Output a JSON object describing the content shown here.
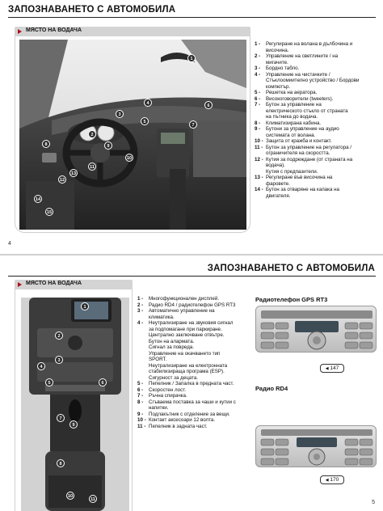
{
  "top": {
    "title": "ЗАПОЗНАВАНЕТО С АВТОМОБИЛА",
    "section": "МЯСТО НА ВОДАЧА",
    "page_number": "4",
    "badges": [
      "1",
      "2",
      "3",
      "4",
      "5",
      "6",
      "7",
      "8",
      "9",
      "10",
      "11",
      "12",
      "13",
      "14",
      "15"
    ],
    "legend": [
      {
        "num": "1 -",
        "lines": [
          "Регулиране на волана в дълбочина и",
          "височина."
        ]
      },
      {
        "num": "2 -",
        "lines": [
          "Управление на светлините / на",
          "мигачите."
        ]
      },
      {
        "num": "3 -",
        "lines": [
          "Бордно табло."
        ]
      },
      {
        "num": "4 -",
        "lines": [
          "Управление на чистачките /",
          "Стъклоомиително устройство / Бордови",
          "компютър."
        ]
      },
      {
        "num": "5 -",
        "lines": [
          "Решетка на аератора."
        ]
      },
      {
        "num": "6 -",
        "lines": [
          "Високоговорители (tweeters)."
        ]
      },
      {
        "num": "7 -",
        "lines": [
          "Бутон за управление на",
          "електрическото стъкло от страната",
          "на пътника до водача."
        ]
      },
      {
        "num": "8 -",
        "lines": [
          "Климатизирана кабина."
        ]
      },
      {
        "num": "9 -",
        "lines": [
          "Бутони за управление на аудио",
          "системата от волана."
        ]
      },
      {
        "num": "10 -",
        "lines": [
          "Защита от кражба и контакт."
        ]
      },
      {
        "num": "11 -",
        "lines": [
          "Бутон за управление на регулатора /",
          "ограничителя на скоростта."
        ]
      },
      {
        "num": "12 -",
        "lines": [
          "Кутия за подреждане (от страната на",
          "водача)."
        ]
      },
      {
        "num": "",
        "lines": [
          "Кутия с предпазители."
        ]
      },
      {
        "num": "13 -",
        "lines": [
          "Регулиране във височина на",
          "фаровете."
        ]
      },
      {
        "num": "14 -",
        "lines": [
          "Бутон за отваряне на капака на",
          "двигателя."
        ]
      }
    ]
  },
  "bottom": {
    "title": "ЗАПОЗНАВАНЕТО С АВТОМОБИЛА",
    "section": "МЯСТО НА ВОДАЧА",
    "page_number": "5",
    "badges": [
      "1",
      "2",
      "3",
      "4",
      "5",
      "6",
      "7",
      "8",
      "9",
      "10",
      "11"
    ],
    "legend": [
      {
        "num": "1 -",
        "lines": [
          "Многофункционален дисплей."
        ]
      },
      {
        "num": "2 -",
        "lines": [
          "Радио RD4 / радиотелефон GPS RT3"
        ]
      },
      {
        "num": "3 -",
        "lines": [
          "Автоматично управление на",
          "климатика."
        ]
      },
      {
        "num": "4 -",
        "lines": [
          "Неутрализиране на звуковия сигнал",
          "за подпомагане при паркиране."
        ]
      },
      {
        "num": "",
        "lines": [
          "Централно заключване отвътре."
        ]
      },
      {
        "num": "",
        "lines": [
          "Бутон на алармата."
        ]
      },
      {
        "num": "",
        "lines": [
          "Сигнал за повреда."
        ]
      },
      {
        "num": "",
        "lines": [
          "Управление на окачването тип",
          "SPORT."
        ]
      },
      {
        "num": "",
        "lines": [
          "Неутрализиране на електронната",
          "стабилизираща програма (ESP)."
        ]
      },
      {
        "num": "",
        "lines": [
          "Сигурност за децата."
        ]
      },
      {
        "num": "5 -",
        "lines": [
          "Пепелник / Запалка в предната част."
        ]
      },
      {
        "num": "6 -",
        "lines": [
          "Скоростен лост."
        ]
      },
      {
        "num": "7 -",
        "lines": [
          "Ръчна спирачка."
        ]
      },
      {
        "num": "8 -",
        "lines": [
          "Сгъваема поставка за чаши и кутии с",
          "напитки."
        ]
      },
      {
        "num": "9 -",
        "lines": [
          "Подлакътник с отделение за вещи."
        ]
      },
      {
        "num": "10 -",
        "lines": [
          "Контакт аксесоари 12 волта."
        ]
      },
      {
        "num": "11 -",
        "lines": [
          "Пепелник в задната част."
        ]
      }
    ],
    "radio1": {
      "title": "Радиотелефон GPS RT3",
      "ref": "147"
    },
    "radio2": {
      "title": "Радио RD4",
      "ref": "170"
    }
  }
}
